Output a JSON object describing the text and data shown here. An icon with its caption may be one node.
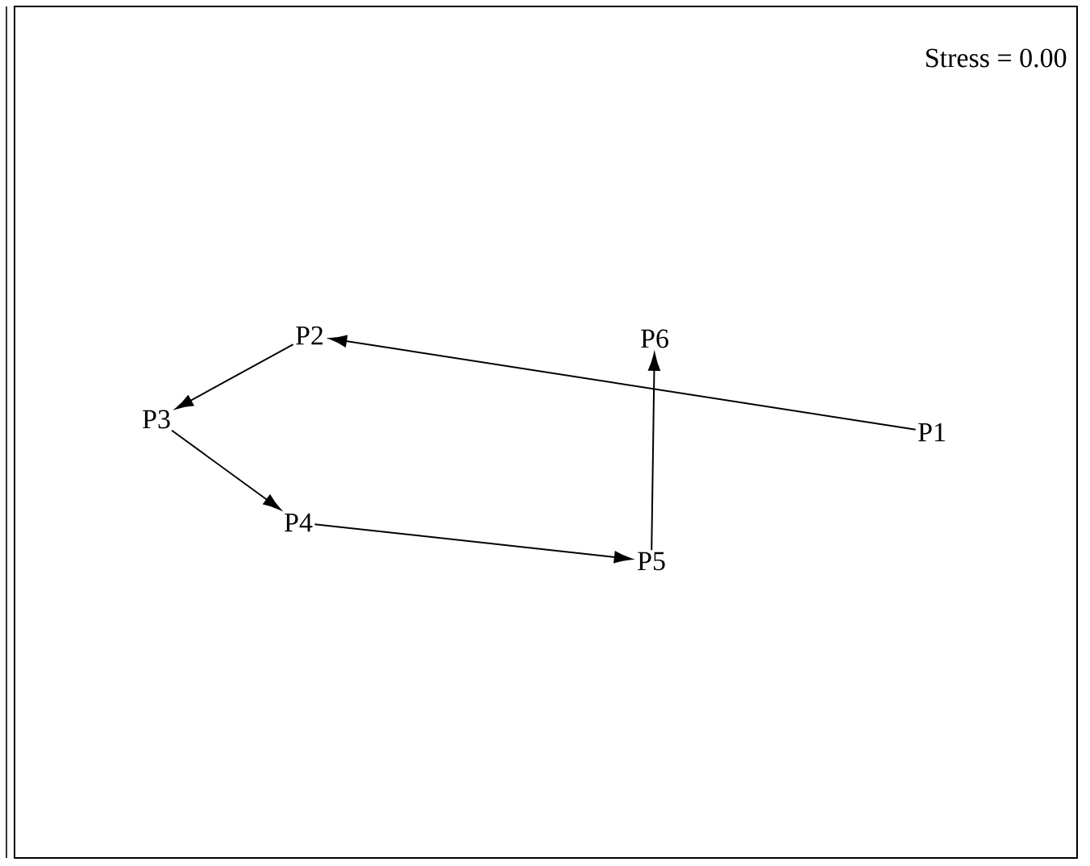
{
  "diagram": {
    "nodes": [
      {
        "text": [
          "P1"
        ]
      },
      {
        "text": [
          "P2"
        ]
      },
      {
        "text": [
          "P3"
        ]
      },
      {
        "text": [
          "P4"
        ]
      },
      {
        "text": [
          "P5"
        ]
      },
      {
        "text": [
          "P6"
        ]
      }
    ],
    "edges": [
      {
        "from": 0,
        "to": 1,
        "arrow": "to"
      },
      {
        "from": 1,
        "to": 2,
        "arrow": "to"
      },
      {
        "from": 2,
        "to": 3,
        "arrow": "to"
      },
      {
        "from": 3,
        "to": 4,
        "arrow": "to"
      },
      {
        "from": 4,
        "to": 5,
        "arrow": "to"
      }
    ],
    "labels": [
      "Stress = 0.00"
    ]
  }
}
